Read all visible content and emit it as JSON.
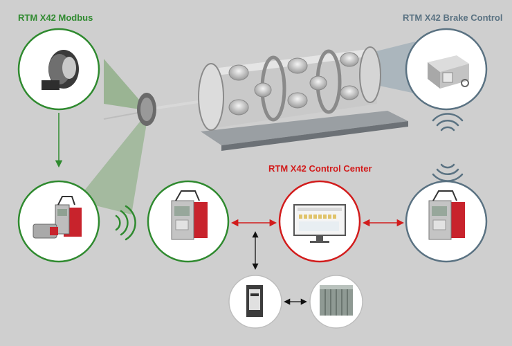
{
  "labels": {
    "modbus": "RTM X42 Modbus",
    "brake": "RTM X42 Brake Control",
    "control_center": "RTM X42 Control Center"
  },
  "colors": {
    "background": "#cfcfcf",
    "modbus_green": "#2f8a2f",
    "brake_slate": "#5a7282",
    "control_red": "#d21c1c",
    "device_red": "#c8232c",
    "beam_green": "#6f9f63",
    "beam_slate": "#8ea2ae"
  },
  "icons": {
    "sensor": "modbus-sensor-icon",
    "brake_unit": "brake-control-unit-icon",
    "monitor": "control-center-monitor-icon",
    "device": "rtm-x42-device-icon",
    "gateway": "gateway-module-icon",
    "plc": "plc-rack-icon",
    "wireless": "wireless-signal-icon",
    "machine": "stranding-machine-icon"
  }
}
